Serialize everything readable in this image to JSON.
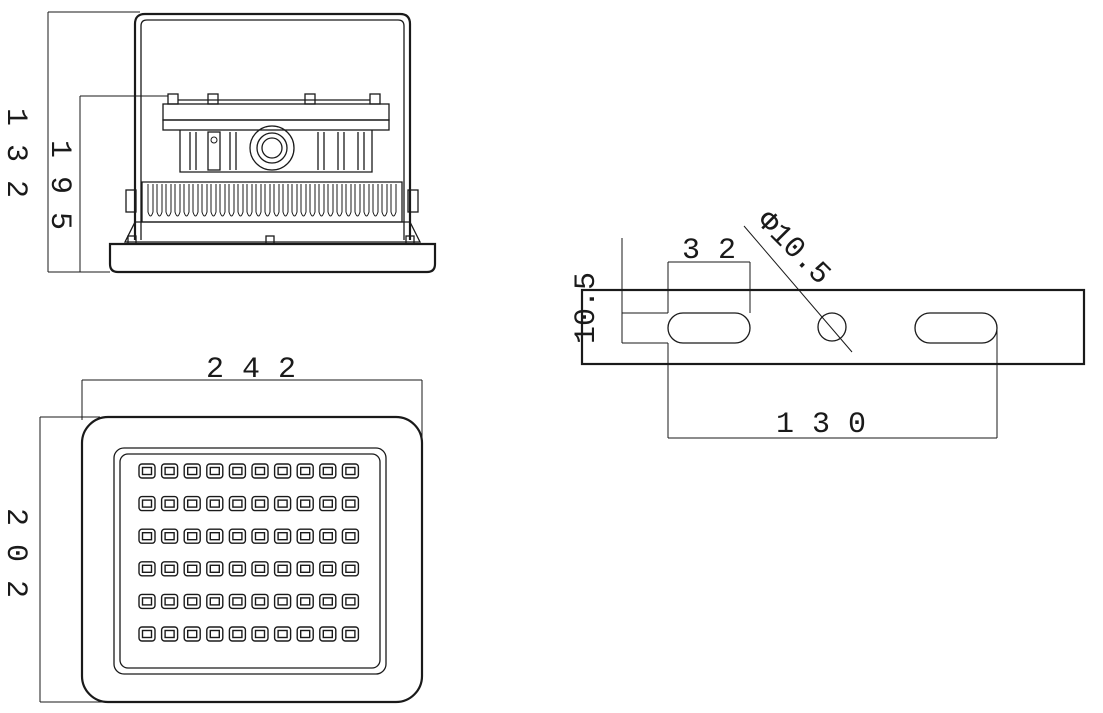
{
  "views": {
    "side": {
      "dim_height_total": "1 3 2",
      "dim_height_body": "1 9 5"
    },
    "front": {
      "dim_width": "2 4 2",
      "dim_height": "2 0 2",
      "led_rows": 6,
      "led_cols": 10
    },
    "bracket": {
      "dim_slot_width": "3 2",
      "dim_hole_diameter": "Φ10.5",
      "dim_slot_height": "10.5",
      "dim_slot_spacing": "1 3 0"
    }
  },
  "colors": {
    "line": "#1a1a1a",
    "background": "#ffffff"
  }
}
